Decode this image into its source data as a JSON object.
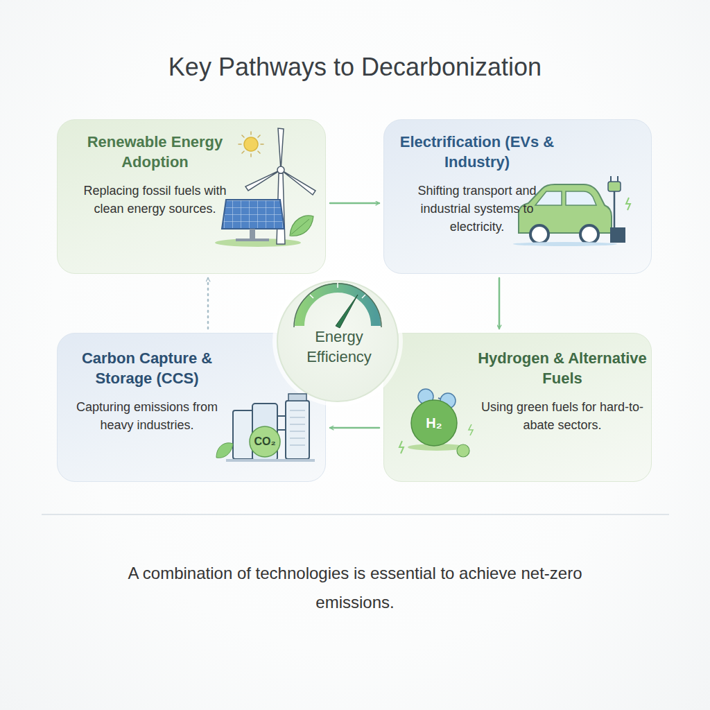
{
  "diagram": {
    "title": "Key Pathways to Decarbonization",
    "caption": "A combination of technologies is essential to achieve net-zero emissions.",
    "nodes": [
      {
        "text": [
          "Renewable Energy Adoption",
          "Replacing fossil fuels with clean energy sources."
        ]
      },
      {
        "text": [
          "Electrification (EVs & Industry)",
          "Shifting transport and industrial systems to electricity."
        ]
      },
      {
        "text": [
          "Energy Efficiency"
        ]
      },
      {
        "text": [
          "Carbon Capture & Storage (CCS)",
          "Capturing emissions from heavy industries."
        ]
      },
      {
        "text": [
          "Hydrogen & Alternative Fuels",
          "Using green fuels for hard-to-abate sectors."
        ]
      }
    ],
    "edges": [
      {
        "from": 0,
        "to": 1,
        "arrow": "to"
      },
      {
        "from": 1,
        "to": 4,
        "arrow": "to"
      },
      {
        "from": 4,
        "to": 3,
        "arrow": "to"
      },
      {
        "from": 3,
        "to": 0,
        "arrow": "to"
      }
    ],
    "labels": [
      "CO₂",
      "H₂"
    ]
  }
}
